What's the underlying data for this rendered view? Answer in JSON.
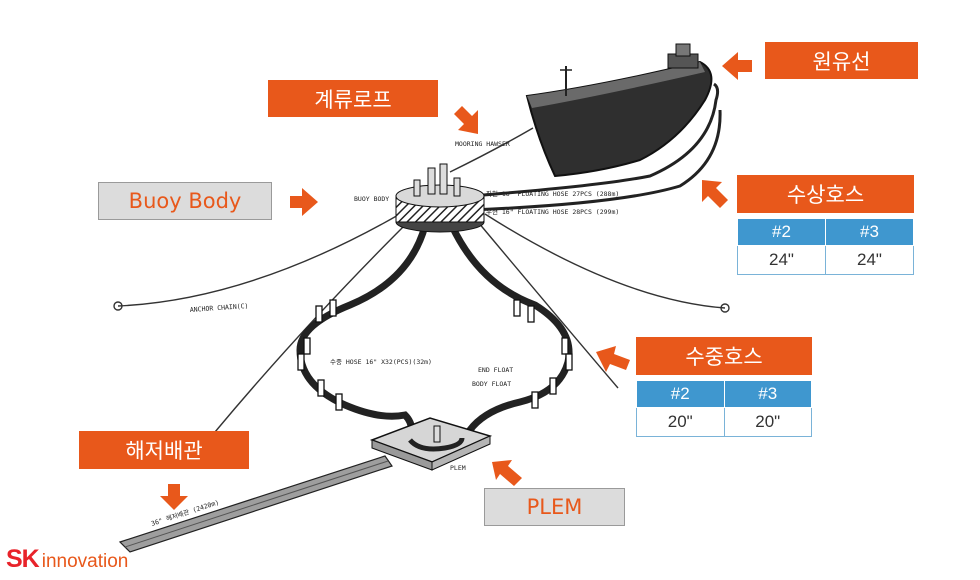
{
  "labels": {
    "crude_tanker": "원유선",
    "mooring_rope": "계류로프",
    "buoy_body": "Buoy Body",
    "floating_hose": "수상호스",
    "underwater_hose": "수중호스",
    "subsea_pipeline": "해저배관",
    "plem": "PLEM"
  },
  "floating_hose_table": {
    "headers": [
      "#2",
      "#3"
    ],
    "values": [
      "24\"",
      "24\""
    ]
  },
  "underwater_hose_table": {
    "headers": [
      "#2",
      "#3"
    ],
    "values": [
      "20\"",
      "20\""
    ]
  },
  "drawing_notes": {
    "mooring_hawser": "MOORING HAWSER",
    "buoy_body": "BUOY BODY",
    "floating_hose_1": "좌현 16\" FLOATING HOSE 27PCS (288m)",
    "floating_hose_2": "우현 16\" FLOATING HOSE 28PCS (299m)",
    "anchor_chain": "ANCHOR CHAIN(C)",
    "subsea_hose": "수중 HOSE 16\" X32(PCS)(32m)",
    "end_float": "END FLOAT",
    "body_float": "BODY FLOAT",
    "plem": "PLEM",
    "pipeline": "36\" 해저배관 (2420m)"
  },
  "brand": {
    "sk": "SK",
    "name": "innovation"
  },
  "colors": {
    "accent": "#e8581b",
    "table_header": "#3f97cf",
    "brand_red": "#e8232a"
  }
}
